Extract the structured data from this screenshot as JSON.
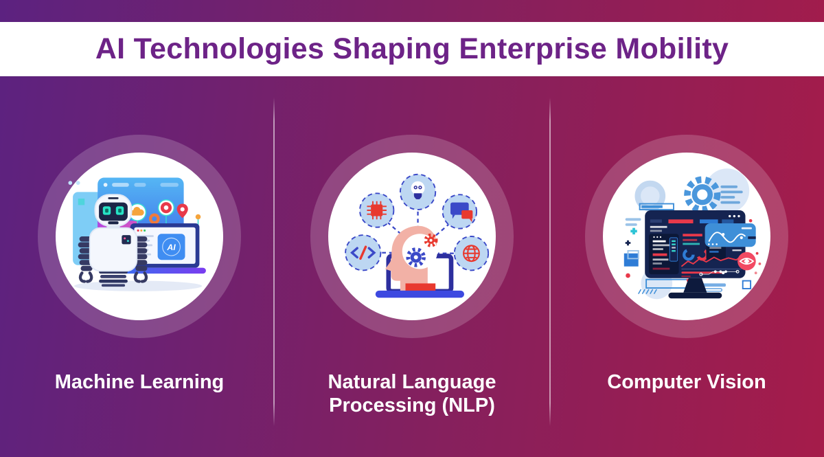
{
  "header": {
    "title": "AI Technologies Shaping Enterprise Mobility"
  },
  "sections": [
    {
      "label": "Machine Learning",
      "icon": "machine-learning-robot-icon",
      "chip_text": "AI"
    },
    {
      "label": "Natural Language Processing (NLP)",
      "icon": "nlp-head-gears-icon"
    },
    {
      "label": "Computer Vision",
      "icon": "computer-vision-dashboard-icon"
    }
  ],
  "theme": {
    "background_gradient_left": "#5c2280",
    "background_gradient_right": "#a51c4a",
    "banner_background": "#ffffff",
    "title_color": "#6d2387",
    "label_color": "#ffffff",
    "ring_tint": "rgba(255,255,255,0.18)",
    "illustration_accent_red": "#e8394a",
    "illustration_accent_blue": "#3b49c8",
    "illustration_accent_teal": "#35d8ce"
  }
}
